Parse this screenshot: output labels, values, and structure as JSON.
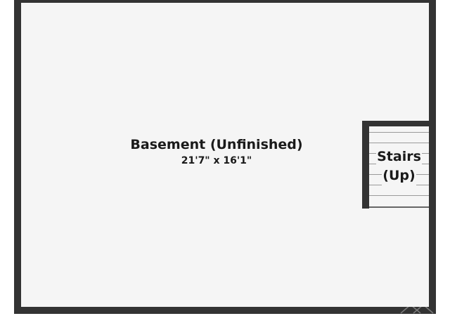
{
  "floorplan": {
    "room": {
      "name": "Basement (Unfinished)",
      "dimensions": "21'7\" x 16'1\""
    },
    "stairs": {
      "line1": "Stairs",
      "line2": "(Up)"
    },
    "colors": {
      "wall": "#333333",
      "floor": "#f5f5f5",
      "text": "#1a1a1a",
      "stair_tread": "#9a9a9a"
    }
  }
}
